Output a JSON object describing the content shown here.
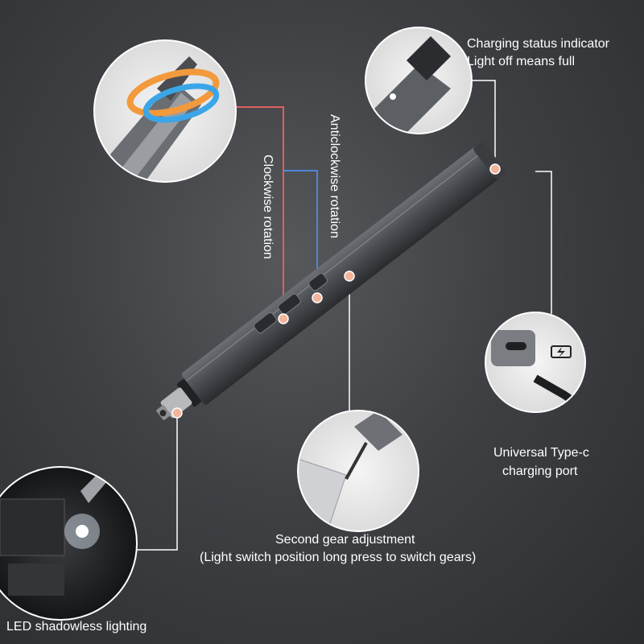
{
  "labels": {
    "charging_line1": "Charging status indicator",
    "charging_line2": "Light off means full",
    "anticlockwise": "Anticlockwise rotation",
    "clockwise": "Clockwise rotation",
    "typec_line1": "Universal Type-c",
    "typec_line2": "charging port",
    "gear_line1": "Second gear adjustment",
    "gear_line2": "(Light switch position long press to switch gears)",
    "led": "LED shadowless lighting"
  },
  "colors": {
    "clockwise_line": "#e05f5f",
    "anticlockwise_line": "#4f86d6",
    "callout_line": "#ffffff",
    "marker": "#f2b49b"
  }
}
